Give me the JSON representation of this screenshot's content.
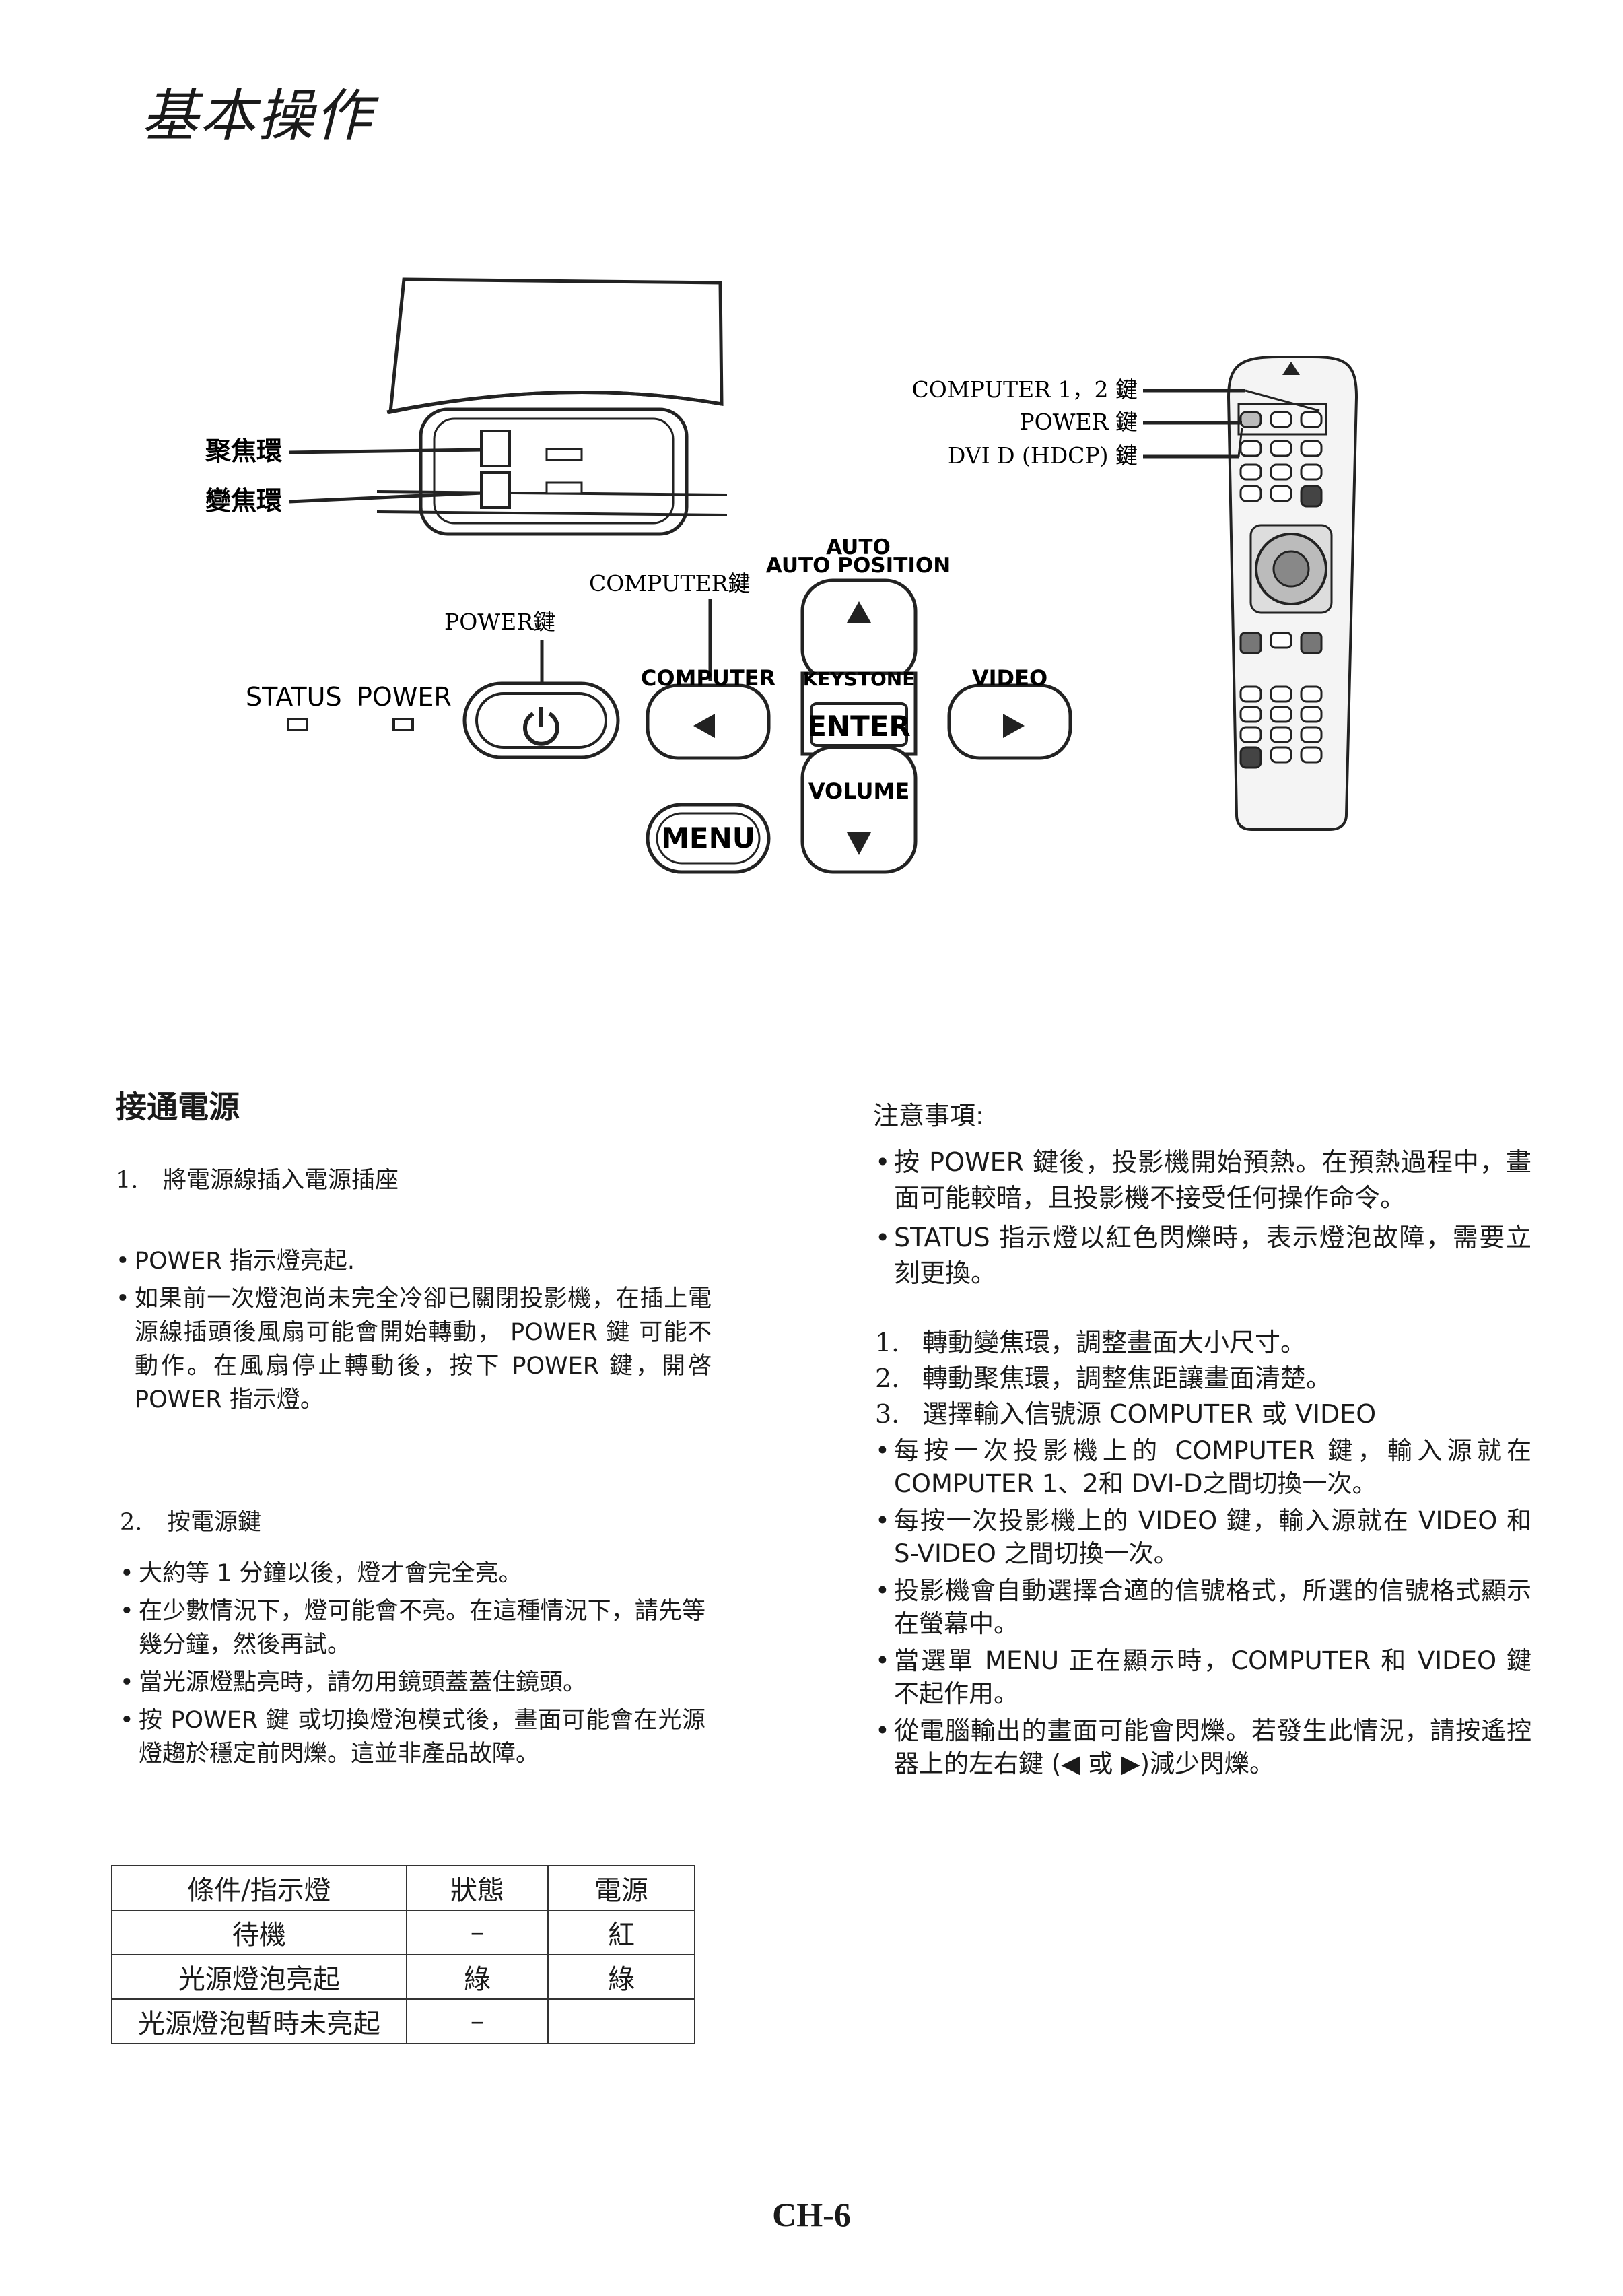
{
  "page_title": "基本操作",
  "figure": {
    "focus_ring": "聚焦環",
    "zoom_ring": "變焦環",
    "power_key": "POWER鍵",
    "computer_key": "COMPUTER鍵",
    "status_label": "STATUS",
    "power_label": "POWER",
    "auto_position": "AUTO POSITION",
    "computer_btn": "COMPUTER",
    "keystone_btn": "KEYSTONE",
    "video_btn": "VIDEO",
    "enter_btn": "ENTER",
    "volume_btn": "VOLUME",
    "menu_btn": "MENU",
    "remote_computer12": "COMPUTER 1，2 鍵",
    "remote_power": "POWER 鍵",
    "remote_dvid": "DVI D (HDCP) 鍵"
  },
  "left": {
    "heading": "接通電源",
    "step1_num": "1.",
    "step1": "將電源線插入電源插座",
    "bullets1": [
      "POWER 指示燈亮起.",
      "如果前一次燈泡尚未完全冷卻已關閉投影機，在插上電源線插頭後風扇可能會開始轉動， POWER 鍵 可能不動作。在風扇停止轉動後，按下 POWER 鍵，開啓 POWER 指示燈。"
    ],
    "step2_num": "2.",
    "step2": "按電源鍵",
    "bullets2": [
      "大約等 1 分鐘以後，燈才會完全亮。",
      "在少數情況下，燈可能會不亮。在這種情況下，請先等幾分鐘，然後再試。",
      "當光源燈點亮時，請勿用鏡頭蓋蓋住鏡頭。",
      "按 POWER 鍵 或切換燈泡模式後，畫面可能會在光源燈趨於穩定前閃爍。這並非產品故障。"
    ]
  },
  "table": {
    "headers": [
      "條件/指示燈",
      "狀態",
      "電源"
    ],
    "rows": [
      [
        "待機",
        "–",
        "紅"
      ],
      [
        "光源燈泡亮起",
        "綠",
        "綠"
      ],
      [
        "光源燈泡暫時未亮起",
        "–",
        ""
      ]
    ]
  },
  "right": {
    "notice": "注意事項:",
    "notes": [
      "按 POWER 鍵後，投影機開始預熱。在預熱過程中，畫面可能較暗，且投影機不接受任何操作命令。",
      "STATUS 指示燈以紅色閃爍時，表示燈泡故障，需要立刻更換。"
    ],
    "steps": [
      {
        "num": "1.",
        "text": "轉動變焦環，調整畫面大小尺寸。"
      },
      {
        "num": "2.",
        "text": "轉動聚焦環，調整焦距讓畫面清楚。"
      },
      {
        "num": "3.",
        "text": "選擇輸入信號源 COMPUTER 或 VIDEO"
      }
    ],
    "bullets": [
      "每按一次投影機上的 COMPUTER 鍵，輸入源就在 COMPUTER 1、2和 DVI-D之間切換一次。",
      "每按一次投影機上的 VIDEO 鍵，輸入源就在 VIDEO 和 S-VIDEO 之間切換一次。",
      "投影機會自動選擇合適的信號格式，所選的信號格式顯示在螢幕中。",
      "當選單 MENU 正在顯示時，COMPUTER 和 VIDEO 鍵 不起作用。",
      "從電腦輸出的畫面可能會閃爍。若發生此情況，請按遙控器上的左右鍵 (◀ 或 ▶)減少閃爍。"
    ]
  },
  "page_number": "CH-6"
}
